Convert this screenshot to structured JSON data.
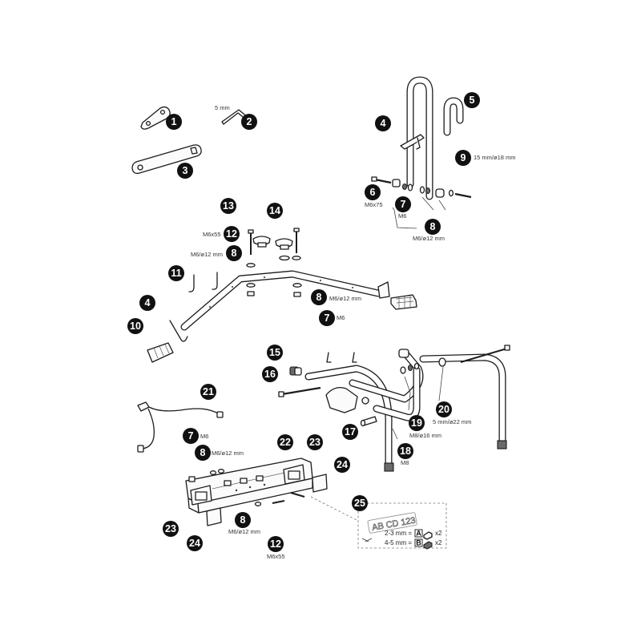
{
  "callouts": {
    "c1": "1",
    "c2": "2",
    "c3": "3",
    "c4a": "4",
    "c4b": "4",
    "c5": "5",
    "c6": "6",
    "c7a": "7",
    "c7b": "7",
    "c7c": "7",
    "c8a": "8",
    "c8b": "8",
    "c8c": "8",
    "c8d": "8",
    "c8e": "8",
    "c9": "9",
    "c10": "10",
    "c11": "11",
    "c12a": "12",
    "c12b": "12",
    "c13": "13",
    "c14": "14",
    "c15": "15",
    "c16": "16",
    "c17": "17",
    "c18": "18",
    "c19": "19",
    "c20": "20",
    "c21": "21",
    "c22": "22",
    "c23a": "23",
    "c23b": "23",
    "c24a": "24",
    "c24b": "24",
    "c25": "25"
  },
  "notes": {
    "hex_key": "5 mm",
    "tube_cap_9": "15 mm/ø18 mm",
    "bolt_6": "M6x75",
    "nut_7_top": "M6",
    "washer_8_top": "M6/ø12 mm",
    "bolt_12_mid": "M6x55",
    "washer_8_mid_left": "M6/ø12 mm",
    "washer_8_mid_right": "M6/ø12 mm",
    "nut_7_mid": "M6",
    "nut_7_low": "M6",
    "washer_8_low_left": "M6/ø12 mm",
    "washer_8_low_bottom": "M6/ø12 mm",
    "bolt_12_low": "M6x55",
    "washer_19": "M8/ø16 mm",
    "nut_18": "M8",
    "cap_20": "5 mm/ø22 mm"
  },
  "plate_legend": {
    "plate_text": "AB CD 123",
    "row1_label": "2-3 mm =",
    "row1_box": "A",
    "row1_qty": "x2",
    "row2_label": "4-5 mm =",
    "row2_box": "B",
    "row2_qty": "x2"
  }
}
